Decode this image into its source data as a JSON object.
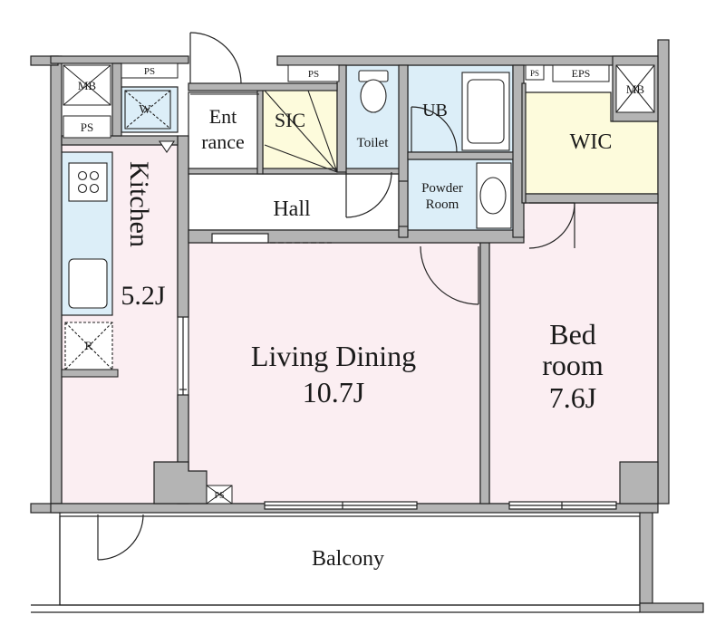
{
  "colors": {
    "wall": "#b4b4b4",
    "pink": "#fbeef2",
    "blue": "#dceef8",
    "yellow": "#fdfbdc",
    "white": "#ffffff",
    "line": "#222222"
  },
  "rooms": {
    "living": {
      "name": "Living Dining",
      "size": "10.7J"
    },
    "bedroom": {
      "name_line1": "Bed",
      "name_line2": "room",
      "size": "7.6J"
    },
    "kitchen": {
      "name": "Kitchen",
      "size": "5.2J"
    },
    "hall": {
      "name": "Hall"
    },
    "entrance": {
      "line1": "Ent",
      "line2": "rance"
    },
    "sic": {
      "name": "SIC"
    },
    "toilet": {
      "name": "Toilet"
    },
    "ub": {
      "name": "UB"
    },
    "powder": {
      "line1": "Powder",
      "line2": "Room"
    },
    "wic": {
      "name": "WIC"
    },
    "balcony": {
      "name": "Balcony"
    }
  },
  "fixtures": {
    "ps": "PS",
    "eps": "EPS",
    "mb": "MB",
    "washer": "W",
    "fridge": "R"
  },
  "icons": [
    "stove-burner-icon",
    "sink-icon",
    "toilet-icon",
    "bathtub-icon",
    "washbasin-icon",
    "door-swing-icon"
  ]
}
